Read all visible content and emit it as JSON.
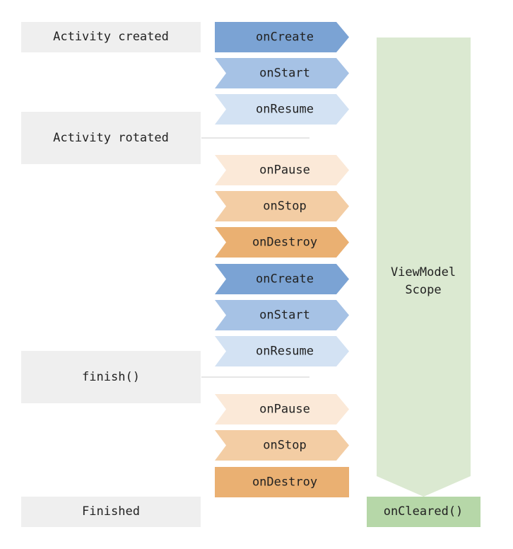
{
  "events": [
    {
      "label": "Activity created"
    },
    {
      "label": "Activity rotated"
    },
    {
      "label": "finish()"
    },
    {
      "label": "Finished"
    }
  ],
  "callbacks": [
    {
      "label": "onCreate",
      "color": "#7ba3d4"
    },
    {
      "label": "onStart",
      "color": "#a6c2e5"
    },
    {
      "label": "onResume",
      "color": "#d3e2f3"
    },
    {
      "label": "onPause",
      "color": "#fbe9d8"
    },
    {
      "label": "onStop",
      "color": "#f3cda4"
    },
    {
      "label": "onDestroy",
      "color": "#eab072"
    },
    {
      "label": "onCreate",
      "color": "#7ba3d4"
    },
    {
      "label": "onStart",
      "color": "#a6c2e5"
    },
    {
      "label": "onResume",
      "color": "#d3e2f3"
    },
    {
      "label": "onPause",
      "color": "#fbe9d8"
    },
    {
      "label": "onStop",
      "color": "#f3cda4"
    },
    {
      "label": "onDestroy",
      "color": "#eab072"
    }
  ],
  "scope": {
    "line1": "ViewModel",
    "line2": "Scope",
    "color": "#dbe9d1"
  },
  "cleared": {
    "label": "onCleared()",
    "color": "#b6d7a8"
  },
  "colors": {
    "event_box": "#efefef",
    "connector": "#cccccc",
    "text": "#222222"
  }
}
